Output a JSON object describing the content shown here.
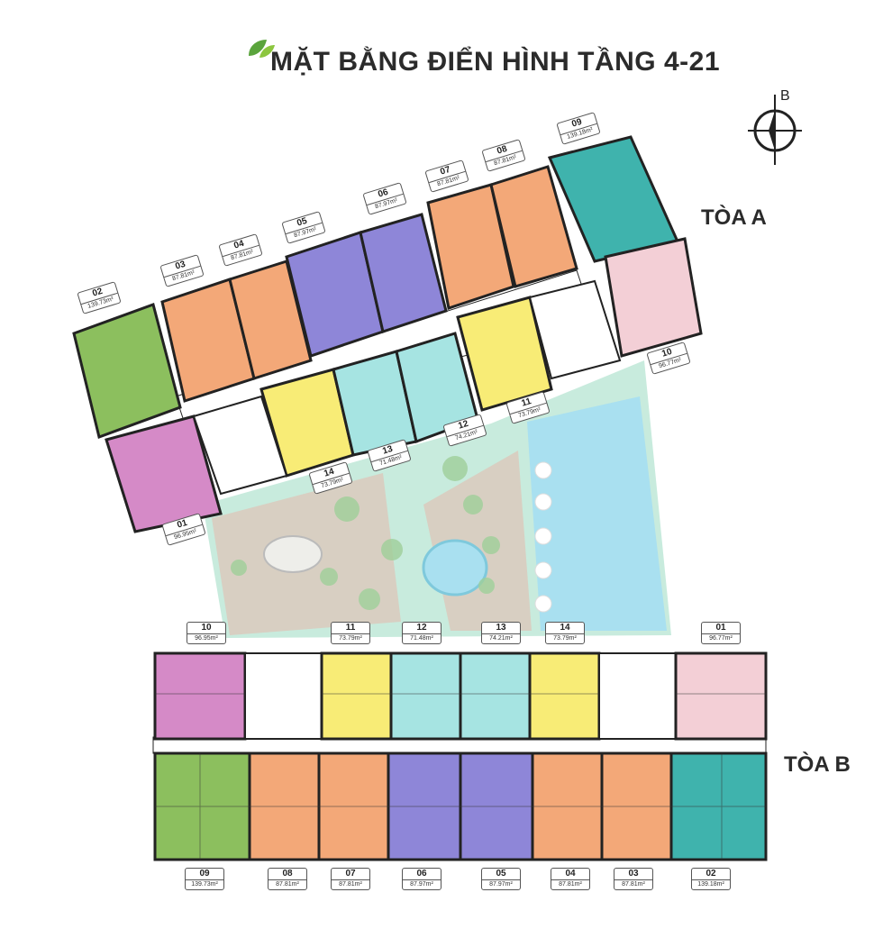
{
  "title": "MẶT BẰNG ĐIỂN HÌNH TẦNG 4-21",
  "compass_label": "B",
  "tower_a": {
    "label": "TÒA A",
    "units": [
      {
        "num": "01",
        "area": "96.95m²"
      },
      {
        "num": "02",
        "area": "139.73m²"
      },
      {
        "num": "03",
        "area": "87.81m²"
      },
      {
        "num": "04",
        "area": "87.81m²"
      },
      {
        "num": "05",
        "area": "87.97m²"
      },
      {
        "num": "06",
        "area": "87.97m²"
      },
      {
        "num": "07",
        "area": "87.81m²"
      },
      {
        "num": "08",
        "area": "87.81m²"
      },
      {
        "num": "09",
        "area": "139.18m²"
      },
      {
        "num": "10",
        "area": "96.77m²"
      },
      {
        "num": "11",
        "area": "73.79m²"
      },
      {
        "num": "12",
        "area": "74.21m²"
      },
      {
        "num": "13",
        "area": "71.48m²"
      },
      {
        "num": "14",
        "area": "73.79m²"
      }
    ]
  },
  "tower_b": {
    "label": "TÒA B",
    "units": [
      {
        "num": "10",
        "area": "96.95m²"
      },
      {
        "num": "11",
        "area": "73.79m²"
      },
      {
        "num": "12",
        "area": "71.48m²"
      },
      {
        "num": "13",
        "area": "74.21m²"
      },
      {
        "num": "14",
        "area": "73.79m²"
      },
      {
        "num": "01",
        "area": "96.77m²"
      },
      {
        "num": "09",
        "area": "139.73m²"
      },
      {
        "num": "08",
        "area": "87.81m²"
      },
      {
        "num": "07",
        "area": "87.81m²"
      },
      {
        "num": "06",
        "area": "87.97m²"
      },
      {
        "num": "05",
        "area": "87.97m²"
      },
      {
        "num": "04",
        "area": "87.81m²"
      },
      {
        "num": "03",
        "area": "87.81m²"
      },
      {
        "num": "02",
        "area": "139.18m²"
      }
    ]
  },
  "colors": {
    "green": "#8cbf5e",
    "orange": "#f3a878",
    "purple": "#8e86d8",
    "teal": "#3fb3ad",
    "pink": "#f3cfd6",
    "magenta": "#d58ac7",
    "yellow": "#f8ec76",
    "aqua": "#a6e4e2",
    "pool": "#aee3ef",
    "lawn": "#bfe8d6",
    "deck": "#d6cdbf"
  }
}
